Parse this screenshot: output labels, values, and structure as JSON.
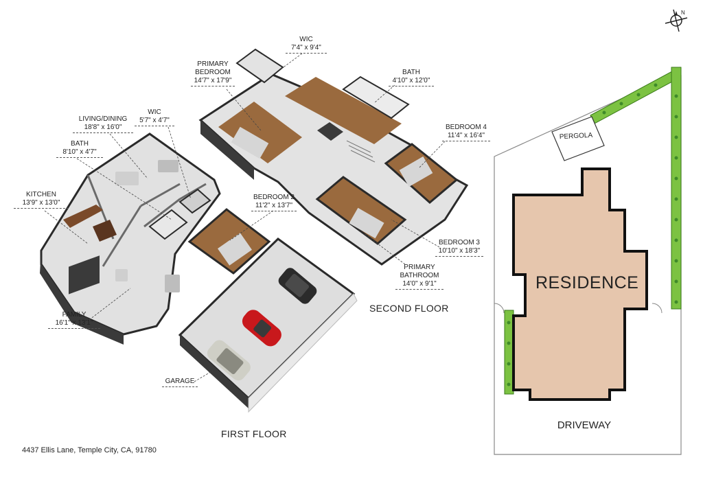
{
  "floors": {
    "first_floor": "FIRST FLOOR",
    "second_floor": "SECOND FLOOR"
  },
  "address": "4437 Ellis Lane, Temple City, CA, 91780",
  "rooms": {
    "kitchen": {
      "name": "KITCHEN",
      "dim": "13'9\" x 13'0\""
    },
    "living_dining": {
      "name": "LIVING/DINING",
      "dim": "18'8\" x 16'0\""
    },
    "bath_first": {
      "name": "BATH",
      "dim": "8'10\" x 4'7\""
    },
    "wic_first": {
      "name": "WIC",
      "dim": "5'7\" x 4'7\""
    },
    "family": {
      "name": "FAMILY",
      "dim": "16'1\" x 13'1\""
    },
    "garage": {
      "name": "GARAGE"
    },
    "bedroom2": {
      "name": "BEDROOM 2",
      "dim": "11'2\" x 13'7\""
    },
    "primary_bedroom": {
      "name_line1": "PRIMARY",
      "name_line2": "BEDROOM",
      "dim": "14'7\" x 17'9\""
    },
    "wic_second": {
      "name": "WIC",
      "dim": "7'4\" x 9'4\""
    },
    "bath_second": {
      "name": "BATH",
      "dim": "4'10\" x 12'0\""
    },
    "bedroom4": {
      "name": "BEDROOM 4",
      "dim": "11'4\" x 16'4\""
    },
    "bedroom3": {
      "name": "BEDROOM 3",
      "dim": "10'10\" x 18'3\""
    },
    "primary_bathroom": {
      "name_line1": "PRIMARY",
      "name_line2": "BATHROOM",
      "dim": "14'0\" x 9'1\""
    }
  },
  "site_plan": {
    "residence": "RESIDENCE",
    "pergola": "PERGOLA",
    "driveway": "DRIVEWAY",
    "compass": "N"
  },
  "colors": {
    "residence_fill": "#e6c6ad",
    "hedge": "#7cc242",
    "wood_floor": "#9a6a3e",
    "tile_floor": "#dcdcdc",
    "wall_dark": "#2a2a2a",
    "car_red": "#c8181c",
    "car_dark": "#2b2b2b",
    "car_silver": "#cfcfc6"
  }
}
